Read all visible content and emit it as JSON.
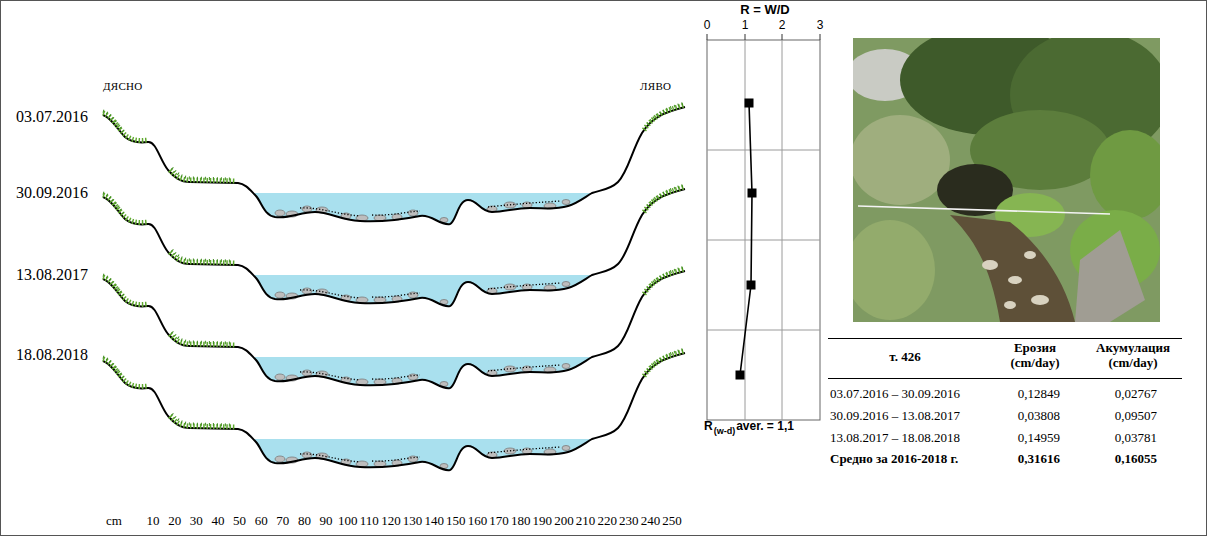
{
  "diagram": {
    "labels": [
      "ДЯСНО",
      "ЛЯВО",
      "03.07.2016",
      "30.09.2016",
      "13.08.2017",
      "18.08.2018",
      "cm",
      "10",
      "20",
      "30",
      "40",
      "50",
      "60",
      "70",
      "80",
      "90",
      "100",
      "110",
      "120",
      "130",
      "140",
      "150",
      "160",
      "170",
      "180",
      "190",
      "200",
      "210",
      "220",
      "230",
      "240",
      "250",
      "R = W/D",
      "0",
      "1",
      "2",
      "3",
      "R",
      "(w-d)",
      "aver. = 1,1",
      "т. 426",
      "Ерозия (cm/day)",
      "Акумулация (cm/day)",
      "03.07.2016 – 30.09.2016",
      "0,12849",
      "0,02767",
      "30.09.2016 – 13.08.2017",
      "0,03808",
      "0,09507",
      "13.08.2017 – 18.08.2018",
      "0,14959",
      "0,03781",
      "Средно за 2016-2018 г.",
      "0,31616",
      "0,16055"
    ]
  }
}
